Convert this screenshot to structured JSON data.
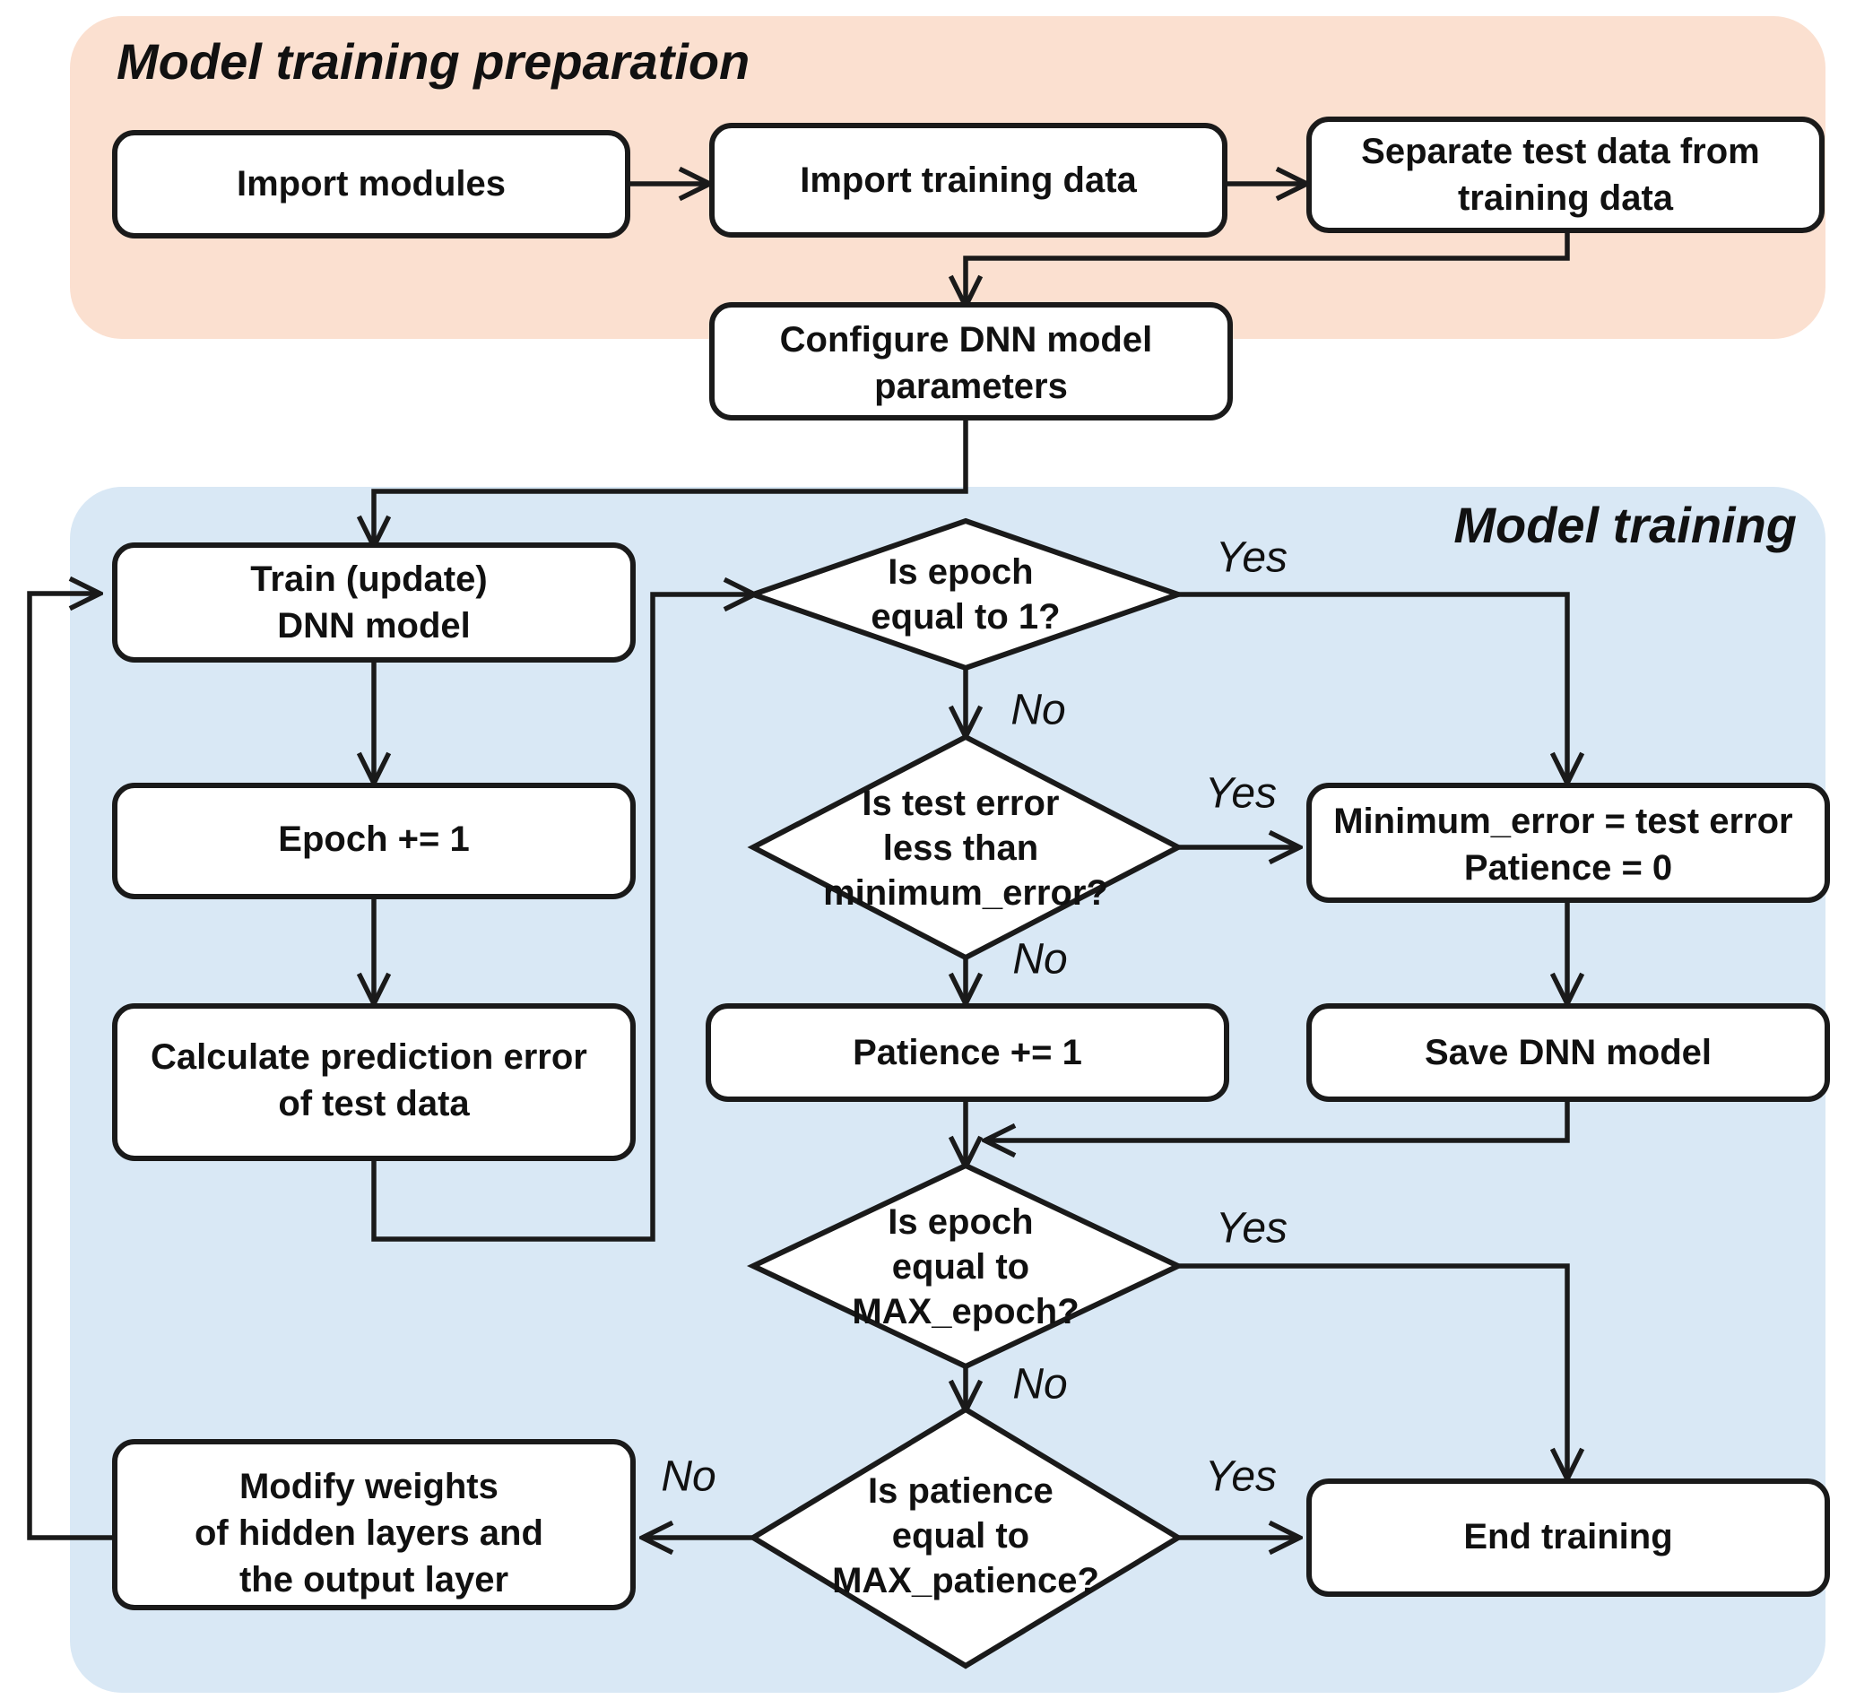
{
  "panels": [
    {
      "id": "prep",
      "title": "Model training preparation",
      "color": "#fbe0d0"
    },
    {
      "id": "train",
      "title": "Model training",
      "color": "#d9e8f5"
    }
  ],
  "nodes": {
    "import_modules": {
      "label": "Import modules",
      "lines": [
        "Import modules"
      ],
      "shape": "process"
    },
    "import_training_data": {
      "label": "Import training data",
      "lines": [
        "Import training data"
      ],
      "shape": "process"
    },
    "separate_test_data": {
      "label": "Separate test data from training data",
      "lines": [
        "Separate test data from",
        "training data"
      ],
      "shape": "process"
    },
    "configure_dnn": {
      "label": "Configure DNN model parameters",
      "lines": [
        "Configure DNN model",
        "parameters"
      ],
      "shape": "process"
    },
    "train_dnn": {
      "label": "Train (update) DNN model",
      "lines": [
        "Train (update)",
        "DNN model"
      ],
      "shape": "process"
    },
    "epoch_inc": {
      "label": "Epoch += 1",
      "lines": [
        "Epoch += 1"
      ],
      "shape": "process"
    },
    "calc_error": {
      "label": "Calculate prediction error of test data",
      "lines": [
        "Calculate prediction error",
        "of test data"
      ],
      "shape": "process"
    },
    "modify_weights": {
      "label": "Modify weights of hidden layers and the output layer",
      "lines": [
        "Modify weights",
        "of hidden layers and",
        "the output layer"
      ],
      "shape": "process"
    },
    "is_epoch_1": {
      "label": "Is epoch equal to 1?",
      "lines": [
        "Is epoch",
        "equal to 1?"
      ],
      "shape": "decision"
    },
    "is_test_error_less": {
      "label": "Is test error less than minimum_error?",
      "lines": [
        "Is test error",
        "less than",
        "minimum_error?"
      ],
      "shape": "decision"
    },
    "is_epoch_max": {
      "label": "Is epoch equal to MAX_epoch?",
      "lines": [
        "Is epoch",
        "equal to",
        "MAX_epoch?"
      ],
      "shape": "decision"
    },
    "is_patience_max": {
      "label": "Is patience equal to MAX_patience?",
      "lines": [
        "Is patience",
        "equal to",
        "MAX_patience?"
      ],
      "shape": "decision"
    },
    "set_minimum_error": {
      "label": "Minimum_error = test error Patience = 0",
      "lines": [
        "Minimum_error = test error",
        "Patience = 0"
      ],
      "shape": "process"
    },
    "patience_inc": {
      "label": "Patience += 1",
      "lines": [
        "Patience += 1"
      ],
      "shape": "process"
    },
    "save_model": {
      "label": "Save DNN model",
      "lines": [
        "Save DNN model"
      ],
      "shape": "process"
    },
    "end_training": {
      "label": "End training",
      "lines": [
        "End training"
      ],
      "shape": "process"
    }
  },
  "edge_labels": {
    "epoch1_yes": "Yes",
    "epoch1_no": "No",
    "testerr_yes": "Yes",
    "testerr_no": "No",
    "maxepoch_yes": "Yes",
    "maxepoch_no": "No",
    "patience_yes": "Yes",
    "patience_no": "No"
  },
  "colors": {
    "prep_panel": "#fbe0d0",
    "train_panel": "#d9e8f5",
    "node_fill": "#ffffff",
    "stroke": "#1a1a1a",
    "text": "#111111"
  }
}
